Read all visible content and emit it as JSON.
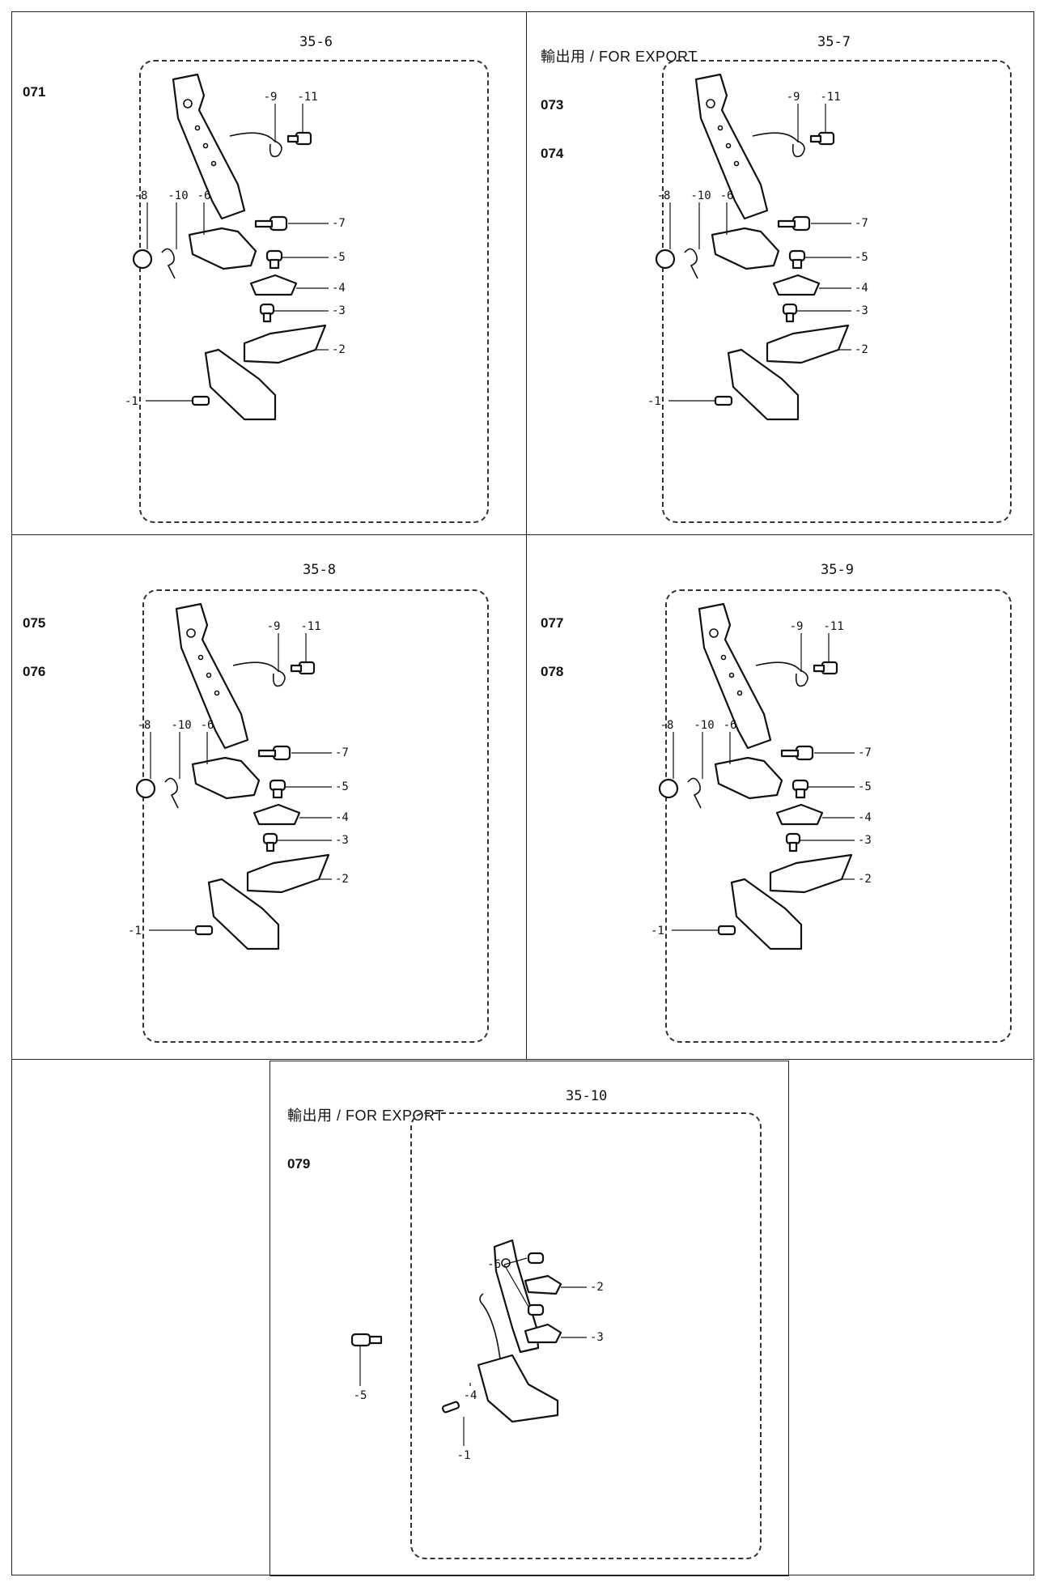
{
  "panels": [
    {
      "id": "p1",
      "model_lines": [
        "071"
      ],
      "export_note": "",
      "figure_no": "35-6",
      "labels": [
        "-1",
        "-2",
        "-3",
        "-4",
        "-5",
        "-6",
        "-7",
        "-8",
        "-9",
        "-10",
        "-11"
      ]
    },
    {
      "id": "p2",
      "model_lines": [
        "073",
        "074"
      ],
      "export_note": "輸出用 / FOR EXPORT",
      "figure_no": "35-7",
      "labels": [
        "-1",
        "-2",
        "-3",
        "-4",
        "-5",
        "-6",
        "-7",
        "-8",
        "-9",
        "-10",
        "-11"
      ]
    },
    {
      "id": "p3",
      "model_lines": [
        "075",
        "076"
      ],
      "export_note": "",
      "figure_no": "35-8",
      "labels": [
        "-1",
        "-2",
        "-3",
        "-4",
        "-5",
        "-6",
        "-7",
        "-8",
        "-9",
        "-10",
        "-11"
      ]
    },
    {
      "id": "p4",
      "model_lines": [
        "077",
        "078"
      ],
      "export_note": "",
      "figure_no": "35-9",
      "labels": [
        "-1",
        "-2",
        "-3",
        "-4",
        "-5",
        "-6",
        "-7",
        "-8",
        "-9",
        "-10",
        "-11"
      ]
    },
    {
      "id": "p5",
      "model_lines": [
        "079"
      ],
      "export_note": "輸出用 / FOR EXPORT",
      "figure_no": "35-10",
      "labels": [
        "-1",
        "-2",
        "-3",
        "-4",
        "-5",
        "-6"
      ]
    }
  ]
}
